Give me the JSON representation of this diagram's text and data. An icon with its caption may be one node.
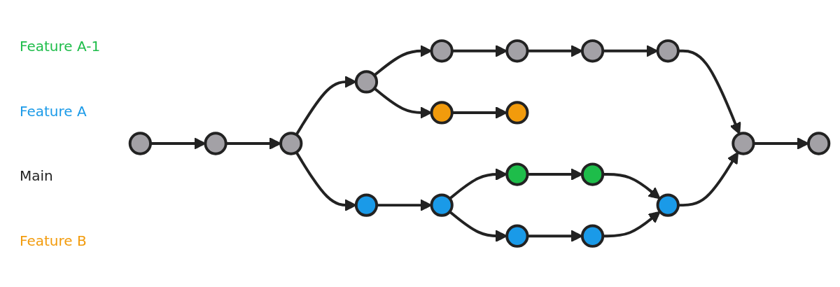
{
  "diagram": {
    "nodes": [
      {
        "text": [],
        "shape": "circle"
      },
      {
        "text": [],
        "shape": "circle"
      },
      {
        "text": [],
        "shape": "circle"
      },
      {
        "text": [],
        "shape": "circle"
      },
      {
        "text": [],
        "shape": "circle"
      },
      {
        "text": [],
        "shape": "circle"
      },
      {
        "text": [],
        "shape": "circle"
      },
      {
        "text": [],
        "shape": "circle"
      },
      {
        "text": [],
        "shape": "circle"
      },
      {
        "text": [],
        "shape": "circle"
      },
      {
        "text": [],
        "shape": "circle"
      },
      {
        "text": [],
        "shape": "circle"
      },
      {
        "text": [],
        "shape": "circle"
      },
      {
        "text": [],
        "shape": "circle"
      },
      {
        "text": [],
        "shape": "circle"
      },
      {
        "text": [],
        "shape": "circle"
      },
      {
        "text": [],
        "shape": "circle"
      },
      {
        "text": [],
        "shape": "circle"
      },
      {
        "text": [],
        "shape": "circle"
      }
    ],
    "edges": [
      {
        "from": 7,
        "to": 8,
        "arrow": "to"
      },
      {
        "from": 8,
        "to": 9,
        "arrow": "to"
      },
      {
        "from": 9,
        "to": 10,
        "arrow": "to"
      },
      {
        "from": 9,
        "to": 2,
        "arrow": "to"
      },
      {
        "from": 10,
        "to": 11,
        "arrow": "to"
      },
      {
        "from": 10,
        "to": 17,
        "arrow": "to"
      },
      {
        "from": 2,
        "to": 3,
        "arrow": "to"
      },
      {
        "from": 3,
        "to": 0,
        "arrow": "to"
      },
      {
        "from": 3,
        "to": 4,
        "arrow": "to"
      },
      {
        "from": 0,
        "to": 1,
        "arrow": "to"
      },
      {
        "from": 4,
        "to": 5,
        "arrow": "to"
      },
      {
        "from": 5,
        "to": 6,
        "arrow": "to"
      },
      {
        "from": 1,
        "to": 6,
        "arrow": "to"
      },
      {
        "from": 11,
        "to": 12,
        "arrow": "to"
      },
      {
        "from": 12,
        "to": 13,
        "arrow": "to"
      },
      {
        "from": 13,
        "to": 14,
        "arrow": "to"
      },
      {
        "from": 14,
        "to": 15,
        "arrow": "to"
      },
      {
        "from": 6,
        "to": 15,
        "arrow": "to"
      },
      {
        "from": 15,
        "to": 16,
        "arrow": "to"
      },
      {
        "from": 17,
        "to": 18,
        "arrow": "to"
      }
    ],
    "labels": [
      "Feature A-1",
      "Feature A",
      "Main",
      "Feature B"
    ]
  }
}
